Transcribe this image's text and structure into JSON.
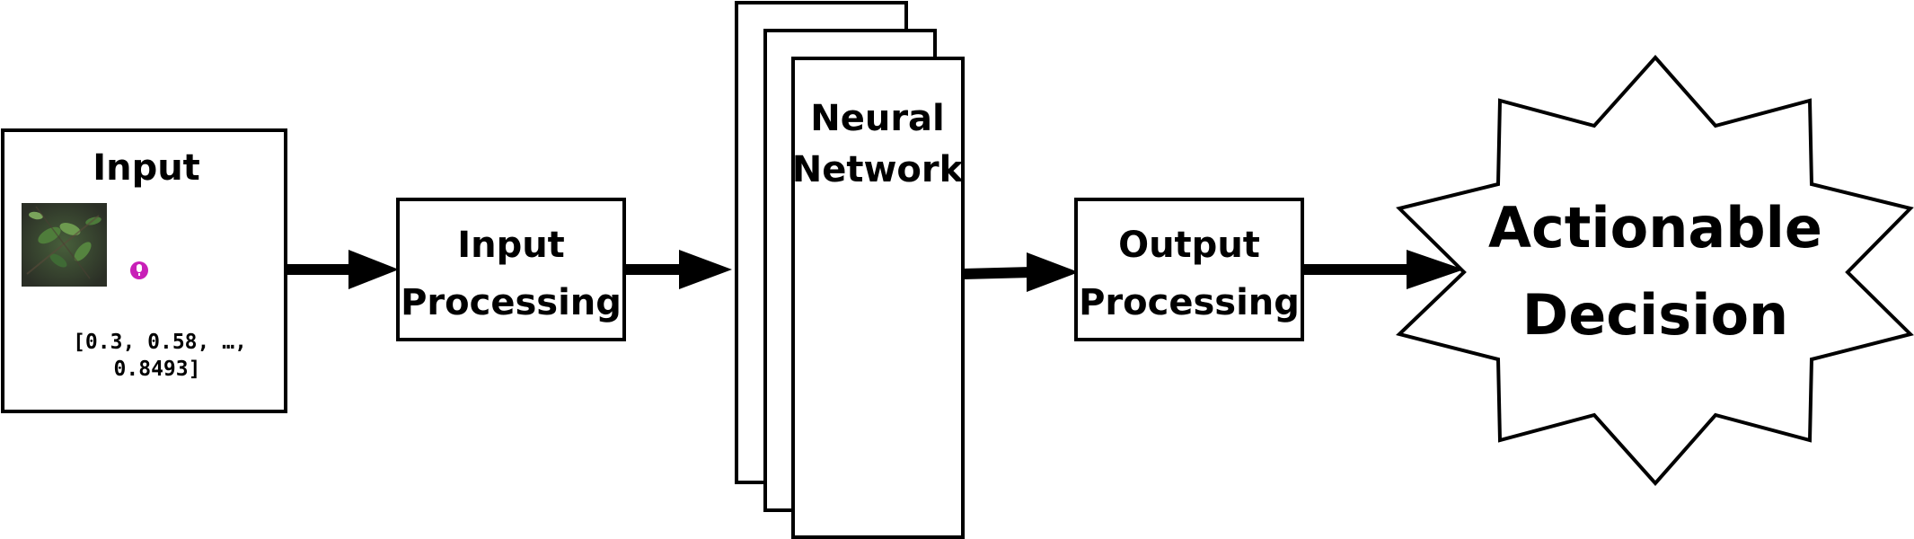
{
  "input_box": {
    "title": "Input",
    "vector_line1": "[0.3, 0.58, …,",
    "vector_line2": "0.8493]"
  },
  "input_processing": {
    "line1": "Input",
    "line2": "Processing"
  },
  "neural_network": {
    "line1": "Neural",
    "line2": "Network"
  },
  "output_processing": {
    "line1": "Output",
    "line2": "Processing"
  },
  "decision": {
    "line1": "Actionable",
    "line2": "Decision"
  },
  "colors": {
    "stroke": "#000000",
    "audio_wave_start": "#b455e8",
    "audio_wave_end": "#ee4f9c",
    "mic_icon": "#c81fb7",
    "photo_leaves": "#3f6a35",
    "photo_ground": "#2b2a26"
  },
  "icons": [
    "nature-photo-thumbnail",
    "microphone-icon",
    "audio-waveform-icon"
  ]
}
